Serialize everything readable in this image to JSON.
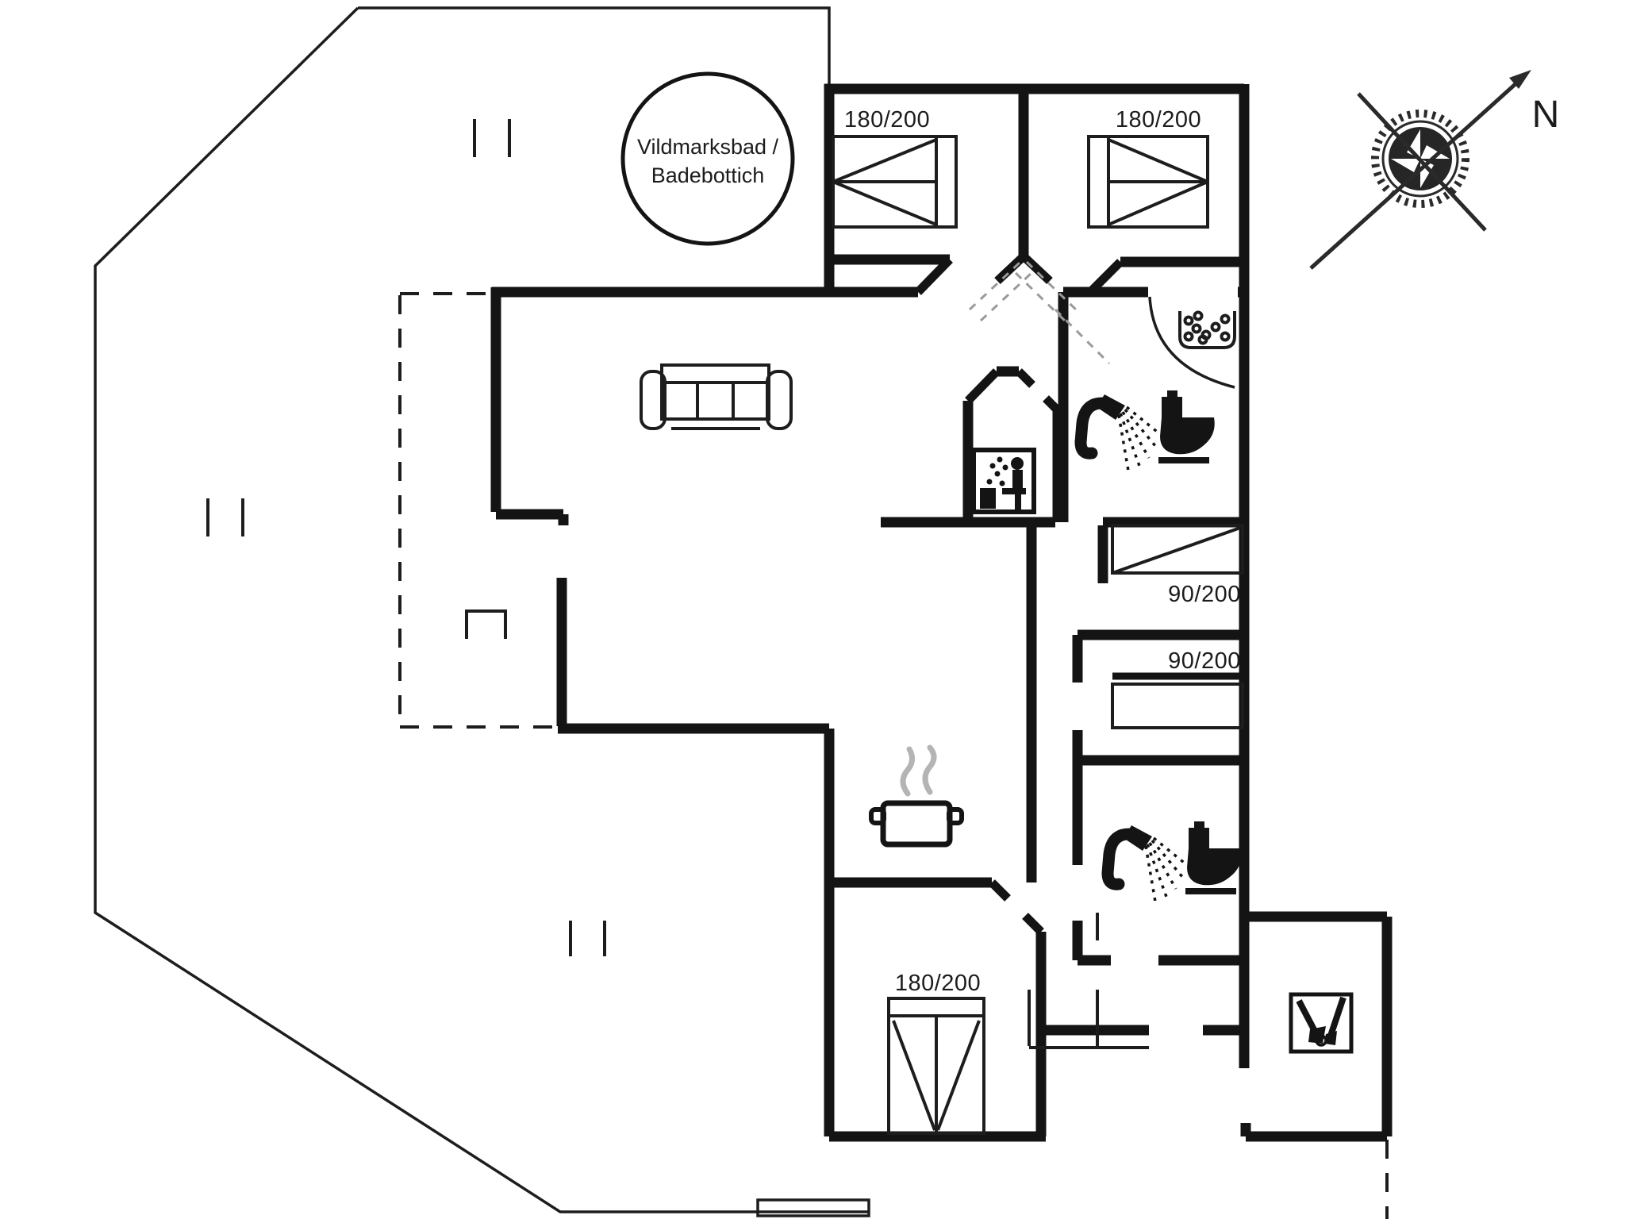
{
  "plan": {
    "type": "holiday-home floor plan",
    "labels": {
      "hot_tub_line1": "Vildmarksbad /",
      "hot_tub_line2": "Badebottich",
      "compass_north": "N",
      "bed_bedroom1": "180/200",
      "bed_bedroom2": "180/200",
      "bed_room_a": "90/200",
      "bed_room_b": "90/200",
      "bed_bedroom3": "180/200"
    },
    "icons": {
      "compass": "compass-rose-icon",
      "hot_tub": "hot-tub-circle-icon",
      "sofa": "sofa-icon",
      "sauna": "sauna-person-icon",
      "whirlpool": "whirlpool-bubbles-icon",
      "shower_bath1": "shower-icon",
      "toilet_bath1": "toilet-icon",
      "shower_bath2": "shower-icon",
      "toilet_bath2": "toilet-icon",
      "cooking_pot": "cooking-pot-icon",
      "cleaning_room": "cleaning-tools-icon",
      "stove_nook": "stove-nook-symbol"
    },
    "colors": {
      "wall": "#141414",
      "background": "#ffffff",
      "steam_gray": "#b4b4b4",
      "door_leaf_gray": "#9a9a9a"
    }
  }
}
